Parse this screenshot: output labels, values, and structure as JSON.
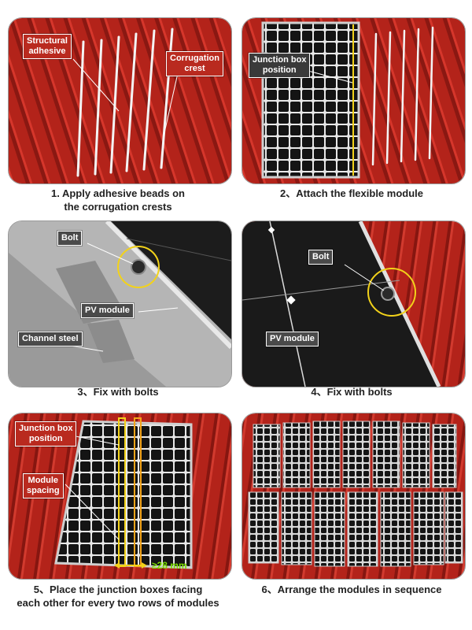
{
  "steps": [
    {
      "caption_line1": "1. Apply adhesive beads on",
      "caption_line2": "the corrugation crests",
      "labels": {
        "adhesive_line1": "Structural",
        "adhesive_line2": "adhesive",
        "crest_line1": "Corrugation",
        "crest_line2": "crest"
      }
    },
    {
      "caption_line1": "2、Attach the flexible module",
      "caption_line2": "",
      "labels": {
        "junction_line1": "Junction box",
        "junction_line2": "position"
      }
    },
    {
      "caption_line1": "3、Fix with bolts",
      "caption_line2": "",
      "labels": {
        "bolt": "Bolt",
        "pv_module": "PV module",
        "channel_steel": "Channel steel"
      }
    },
    {
      "caption_line1": "4、Fix with bolts",
      "caption_line2": "",
      "labels": {
        "bolt": "Bolt",
        "pv_module": "PV module"
      }
    },
    {
      "caption_line1": "5、Place the junction boxes facing",
      "caption_line2": "each other for every two rows of modules",
      "labels": {
        "junction_line1": "Junction box",
        "junction_line2": "position",
        "spacing_line1": "Module",
        "spacing_line2": "spacing",
        "measure": "≥28 mm"
      }
    },
    {
      "caption_line1": "6、Arrange the modules in sequence",
      "caption_line2": "",
      "labels": {}
    }
  ],
  "colors": {
    "roof_red": "#b3231a",
    "panel_black": "#1a1a1a",
    "label_red": "#b92a1f",
    "highlight_yellow": "#f2d21a",
    "measure_green": "#7be000"
  }
}
